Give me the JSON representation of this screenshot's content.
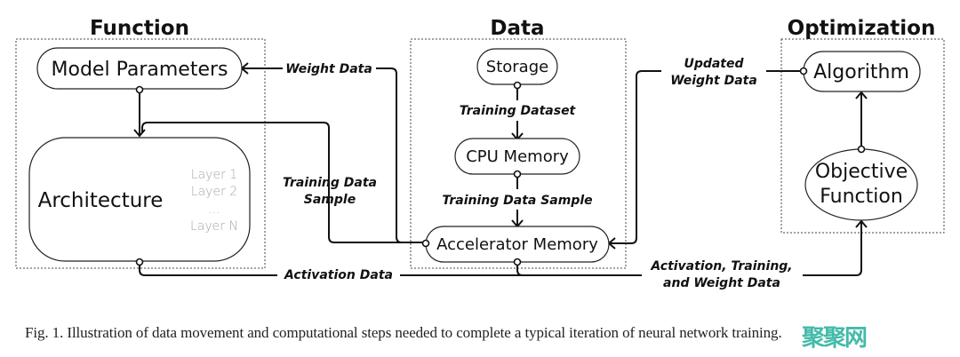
{
  "groups": {
    "function": "Function",
    "data": "Data",
    "optimization": "Optimization"
  },
  "nodes": {
    "model_parameters": "Model Parameters",
    "architecture": "Architecture",
    "layers": [
      "Layer 1",
      "Layer 2",
      "...",
      "Layer N"
    ],
    "storage": "Storage",
    "cpu_memory": "CPU Memory",
    "accelerator_memory": "Accelerator Memory",
    "algorithm": "Algorithm",
    "objective_function": [
      "Objective",
      "Function"
    ]
  },
  "edges": {
    "weight_data": "Weight Data",
    "training_data_sample_left": [
      "Training Data",
      "Sample"
    ],
    "training_dataset": "Training Dataset",
    "training_data_sample_mid": "Training Data Sample",
    "updated_weight_data": [
      "Updated",
      "Weight Data"
    ],
    "activation_data": "Activation Data",
    "activation_training_weight": [
      "Activation, Training,",
      "and Weight Data"
    ]
  },
  "caption": "Fig. 1.  Illustration of data movement and computational steps needed to complete a typical iteration of neural network training.",
  "watermark": "聚聚网"
}
